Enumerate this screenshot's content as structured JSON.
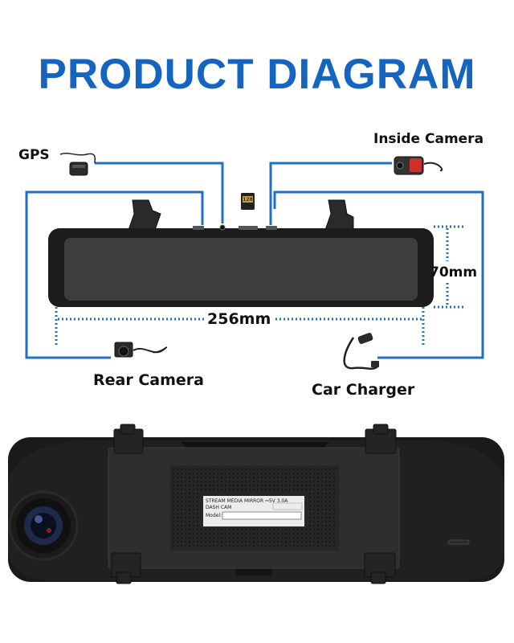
{
  "title": "PRODUCT DIAGRAM",
  "components": {
    "gps": "GPS",
    "inside_camera": "Inside Camera",
    "rear_camera": "Rear Camera",
    "car_charger": "Car Charger"
  },
  "dimensions": {
    "width": "256mm",
    "height": "70mm"
  },
  "sd_card_text": "128",
  "product_label": {
    "line1": "STREAM MEDIA MIRROR ⎓5V 3.0A",
    "line2": "DASH CAM",
    "model": "Model:"
  },
  "colors": {
    "title": "#1565c0",
    "lines": "#1f6fc4",
    "device": "#1c1c1c",
    "screen": "#3d3d3f"
  }
}
